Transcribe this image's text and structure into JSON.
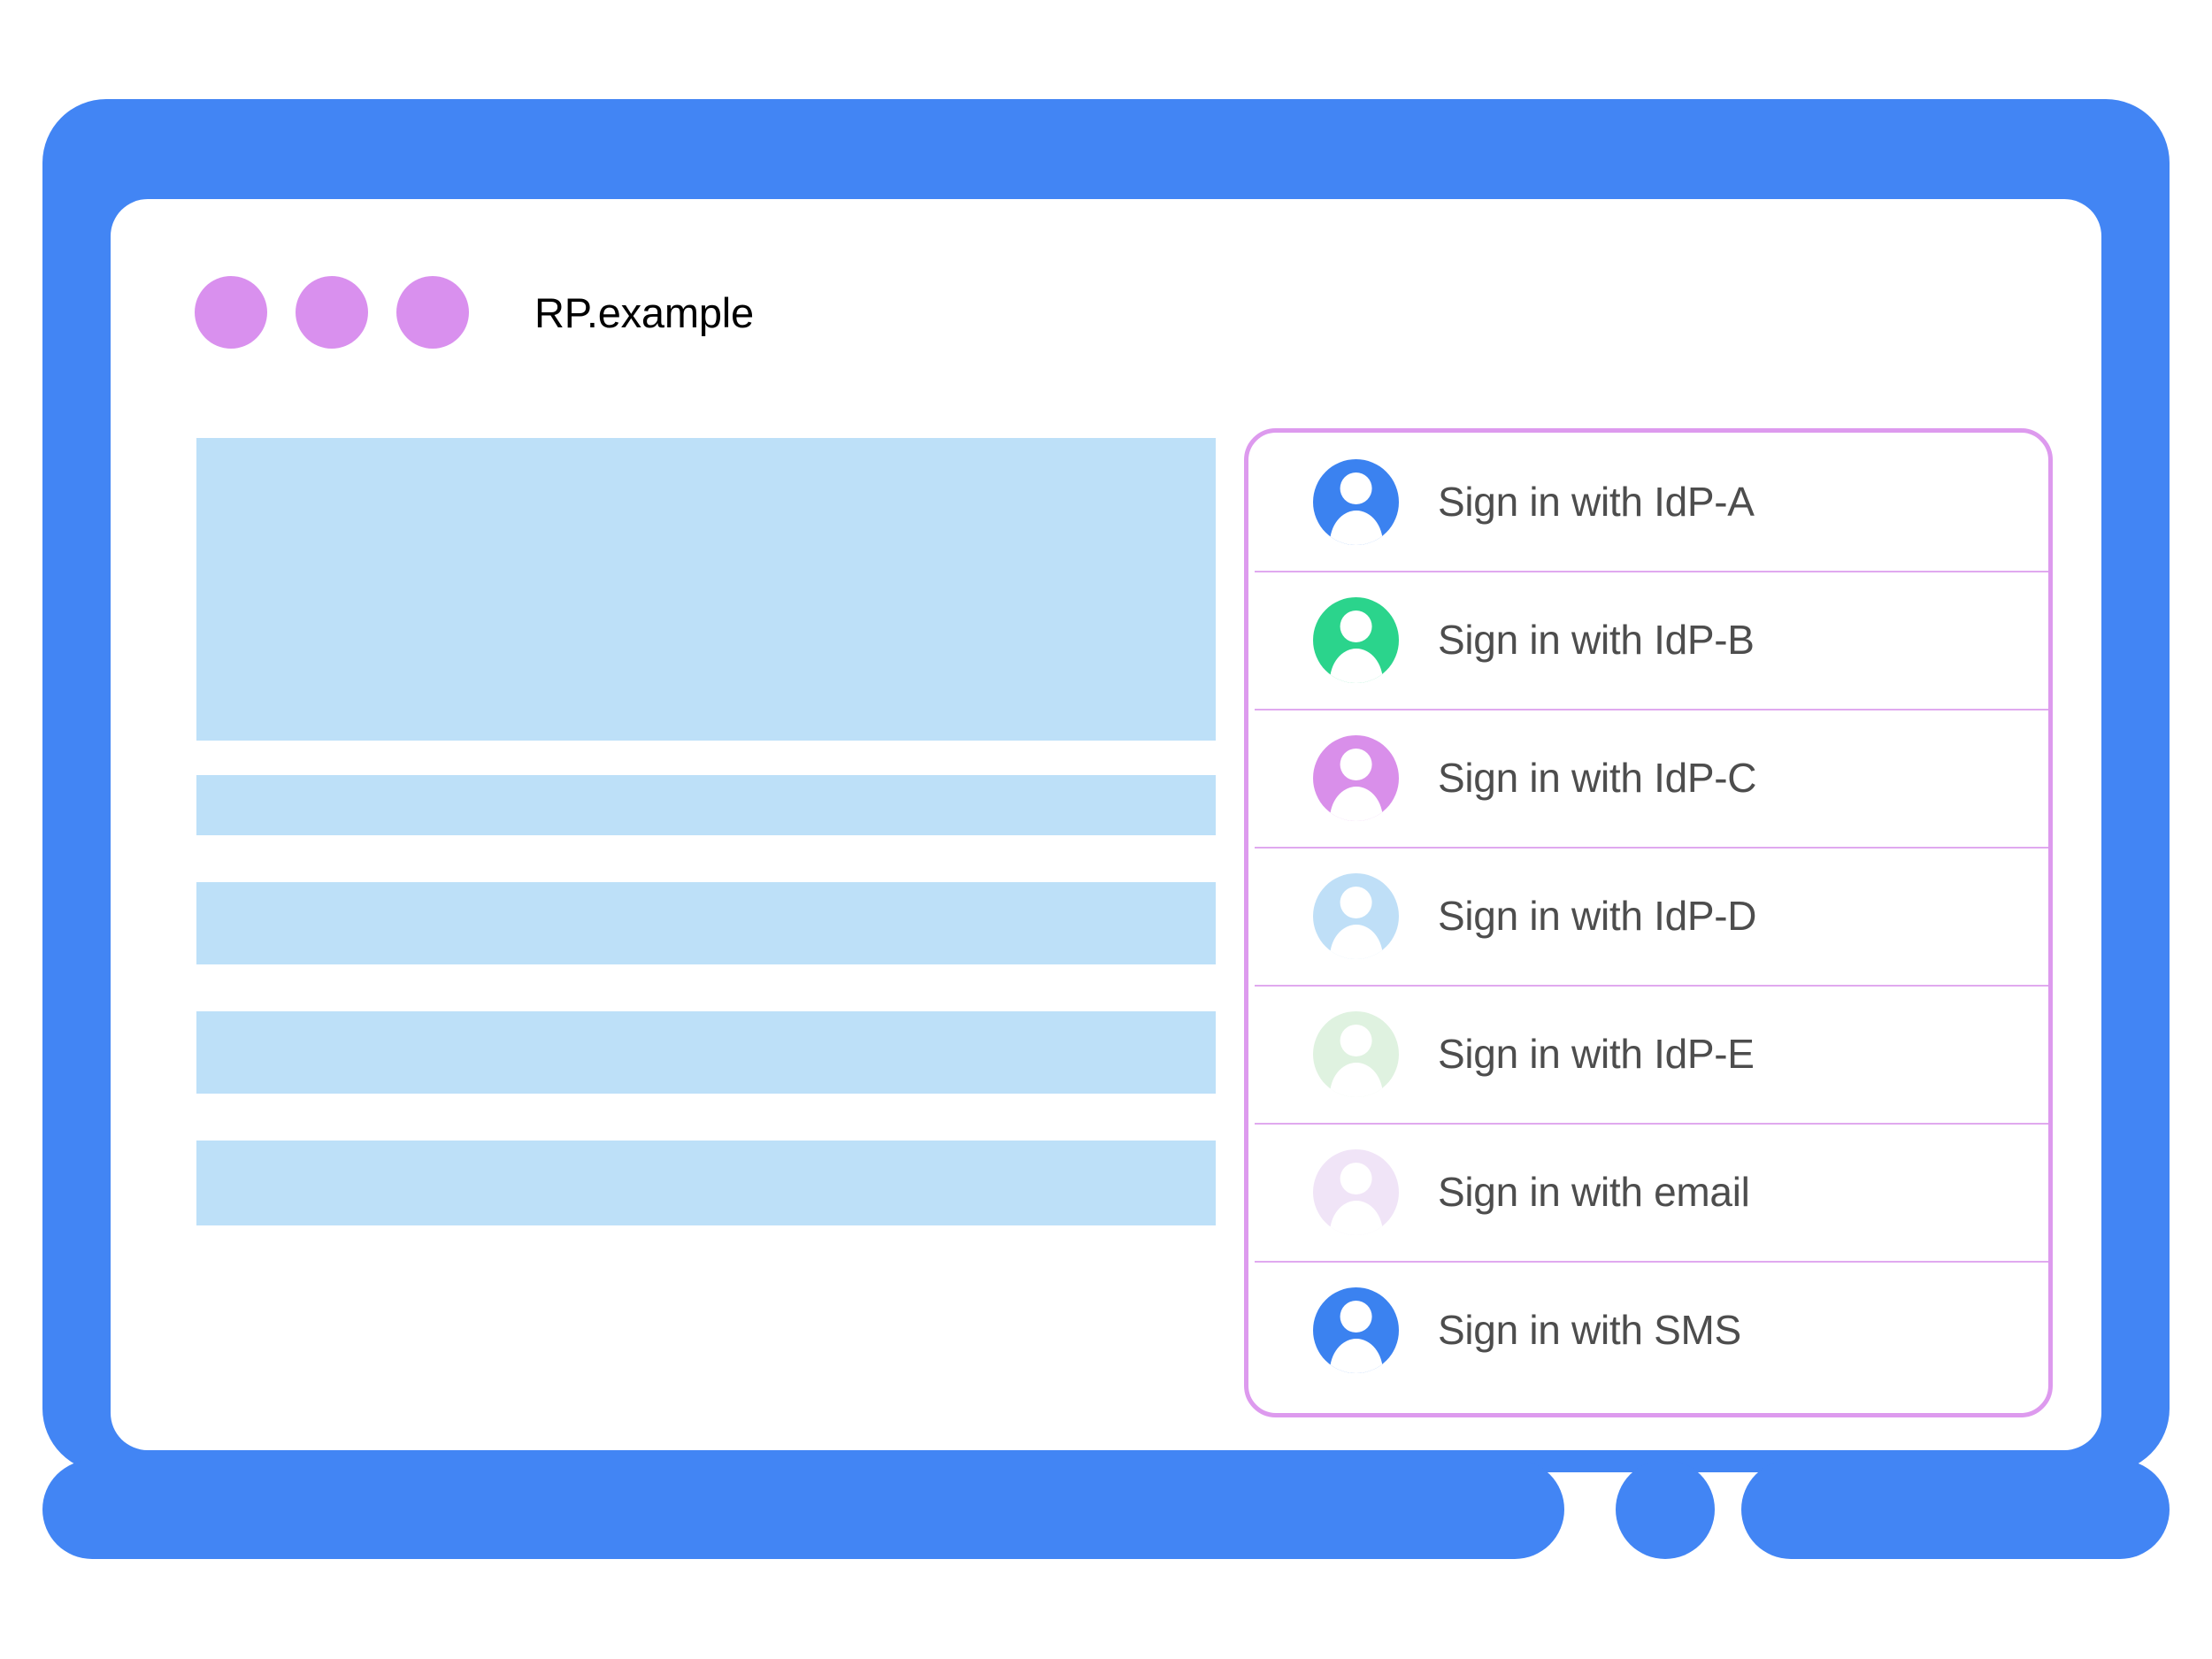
{
  "window": {
    "title": "RP.example",
    "traffic_dots": [
      "dot-1",
      "dot-2",
      "dot-3"
    ],
    "frame_color": "#4285f4",
    "dot_color": "#d990ee",
    "home_button": "home-button"
  },
  "main_content": {
    "description": "placeholder content blocks",
    "placeholder_color": "#bde0f8",
    "blocks": [
      {
        "name": "hero-block",
        "kind": "hero"
      },
      {
        "name": "text-row-1",
        "kind": "row"
      },
      {
        "name": "text-row-2",
        "kind": "row"
      },
      {
        "name": "text-row-3",
        "kind": "row"
      },
      {
        "name": "text-row-4",
        "kind": "row"
      }
    ]
  },
  "account_chooser": {
    "border_color": "#dd9aee",
    "divider_color": "#e0a9ef",
    "label_color": "#4d4d4d",
    "items": [
      {
        "label": "Sign in with IdP-A",
        "icon": "account-avatar-icon",
        "avatar_color": "#3b82f0",
        "name": "sign-in-idp-a"
      },
      {
        "label": "Sign in with IdP-B",
        "icon": "account-avatar-icon",
        "avatar_color": "#2bd48c",
        "name": "sign-in-idp-b"
      },
      {
        "label": "Sign in with IdP-C",
        "icon": "account-avatar-icon",
        "avatar_color": "#d98fea",
        "name": "sign-in-idp-c"
      },
      {
        "label": "Sign in with IdP-D",
        "icon": "account-avatar-icon",
        "avatar_color": "#bfdff7",
        "name": "sign-in-idp-d"
      },
      {
        "label": "Sign in with IdP-E",
        "icon": "account-avatar-icon",
        "avatar_color": "#dff2e0",
        "name": "sign-in-idp-e"
      },
      {
        "label": "Sign in with email",
        "icon": "account-avatar-icon",
        "avatar_color": "#f0e4f7",
        "name": "sign-in-email"
      },
      {
        "label": "Sign in with SMS",
        "icon": "account-avatar-icon",
        "avatar_color": "#3b82f0",
        "name": "sign-in-sms"
      }
    ]
  }
}
